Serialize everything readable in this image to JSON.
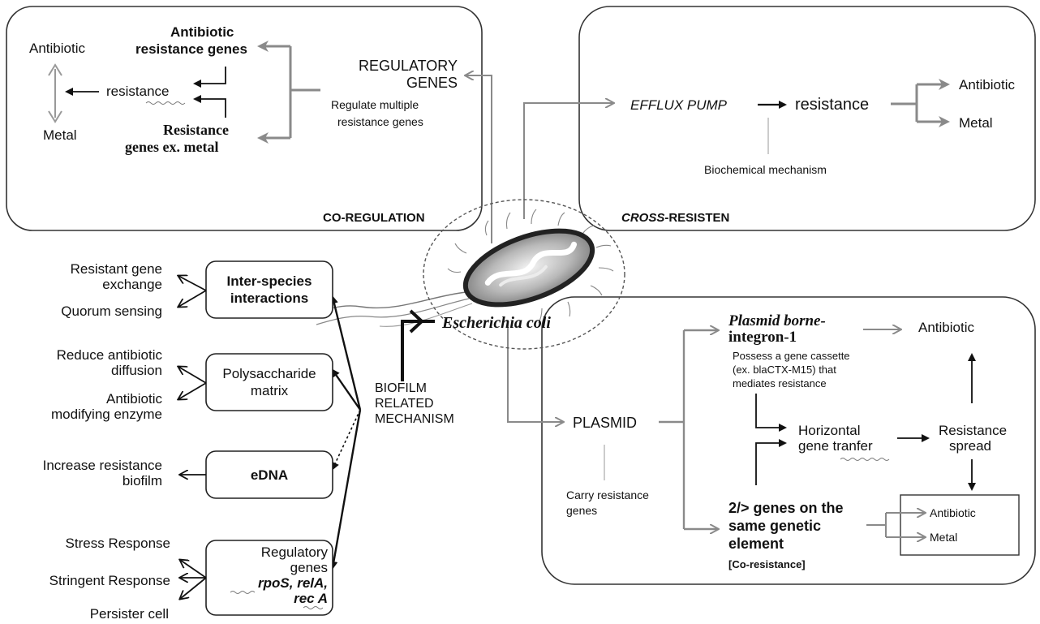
{
  "co_regulation": {
    "section_label": "CO-REGULATION",
    "antibiotic": "Antibiotic",
    "metal": "Metal",
    "resistance": "resistance",
    "antibiotic_resistance_genes": [
      "Antibiotic",
      "resistance genes"
    ],
    "resistance_genes_ex_metal": [
      "Resistance",
      "genes ex. metal"
    ],
    "regulatory_genes": [
      "REGULATORY",
      "GENES"
    ],
    "regulate_note": [
      "Regulate multiple",
      "resistance genes"
    ]
  },
  "cross_resistance": {
    "section_label_italic": "CROSS",
    "section_label_rest": "-RESISTEN",
    "efflux_pump": "EFFLUX PUMP",
    "resistance": "resistance",
    "antibiotic": "Antibiotic",
    "metal": "Metal",
    "biochemical": "Biochemical mechanism"
  },
  "center": {
    "organism": "Escherichia coli",
    "biofilm": [
      "BIOFILM",
      "RELATED",
      "MECHANISM"
    ]
  },
  "biofilm": {
    "inter_species": {
      "box": [
        "Inter-species",
        "interactions"
      ],
      "outputs": [
        [
          "Resistant gene",
          "exchange"
        ],
        [
          "Quorum sensing"
        ]
      ]
    },
    "polysaccharide": {
      "box": [
        "Polysaccharide",
        "matrix"
      ],
      "outputs": [
        [
          "Reduce antibiotic",
          "diffusion"
        ],
        [
          "Antibiotic",
          "modifying enzyme"
        ]
      ]
    },
    "edna": {
      "box": "eDNA",
      "output": [
        "Increase resistance",
        "biofilm"
      ]
    },
    "regulatory": {
      "box": [
        "Regulatory",
        "genes",
        "rpoS, relA,",
        "rec A"
      ],
      "outputs": [
        "Stress Response",
        "Stringent Response",
        "Persister cell"
      ]
    }
  },
  "plasmid": {
    "plasmid": "PLASMID",
    "carry": [
      "Carry resistance",
      "genes"
    ],
    "integron_title": [
      "Plasmid borne-",
      "integron-1"
    ],
    "integron_note": [
      "Possess a gene cassette",
      "(ex. blaCTX-M15) that",
      "mediates resistance"
    ],
    "antibiotic": "Antibiotic",
    "hgt": [
      "Horizontal",
      "gene tranfer"
    ],
    "spread": [
      "Resistance",
      "spread"
    ],
    "genes_same": [
      "2/> genes on the",
      "same genetic",
      "element"
    ],
    "co_resistance": "[Co-resistance]",
    "result_antibiotic": "Antibiotic",
    "result_metal": "Metal"
  }
}
